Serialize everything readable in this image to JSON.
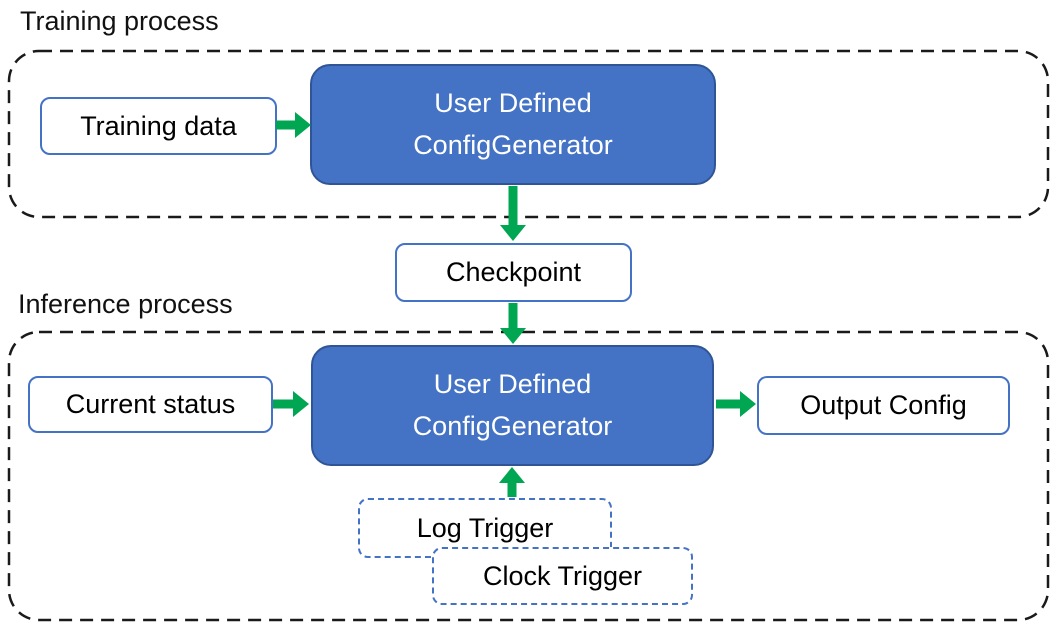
{
  "sections": {
    "training": {
      "label": "Training process"
    },
    "inference": {
      "label": "Inference process"
    }
  },
  "nodes": {
    "training_data": {
      "label": "Training data"
    },
    "training_generator": {
      "label": "User Defined\nConfigGenerator"
    },
    "checkpoint": {
      "label": "Checkpoint"
    },
    "current_status": {
      "label": "Current status"
    },
    "inference_generator": {
      "label": "User Defined\nConfigGenerator"
    },
    "output_config": {
      "label": "Output Config"
    },
    "log_trigger": {
      "label": "Log Trigger"
    },
    "clock_trigger": {
      "label": "Clock Trigger"
    }
  },
  "edges": [
    {
      "from": "training_data",
      "to": "training_generator"
    },
    {
      "from": "training_generator",
      "to": "checkpoint"
    },
    {
      "from": "checkpoint",
      "to": "inference_generator"
    },
    {
      "from": "current_status",
      "to": "inference_generator"
    },
    {
      "from": "inference_generator",
      "to": "output_config"
    },
    {
      "from": "log_trigger",
      "to": "inference_generator"
    }
  ],
  "colors": {
    "node_fill": "#4472C4",
    "node_border": "#2F5597",
    "node_text": "#FFFFFF",
    "box_border": "#4472C4",
    "trigger_border": "#4472C4",
    "arrow": "#00A651",
    "container_border": "#1A1A1A",
    "label_text": "#111111",
    "background": "#FFFFFF"
  }
}
